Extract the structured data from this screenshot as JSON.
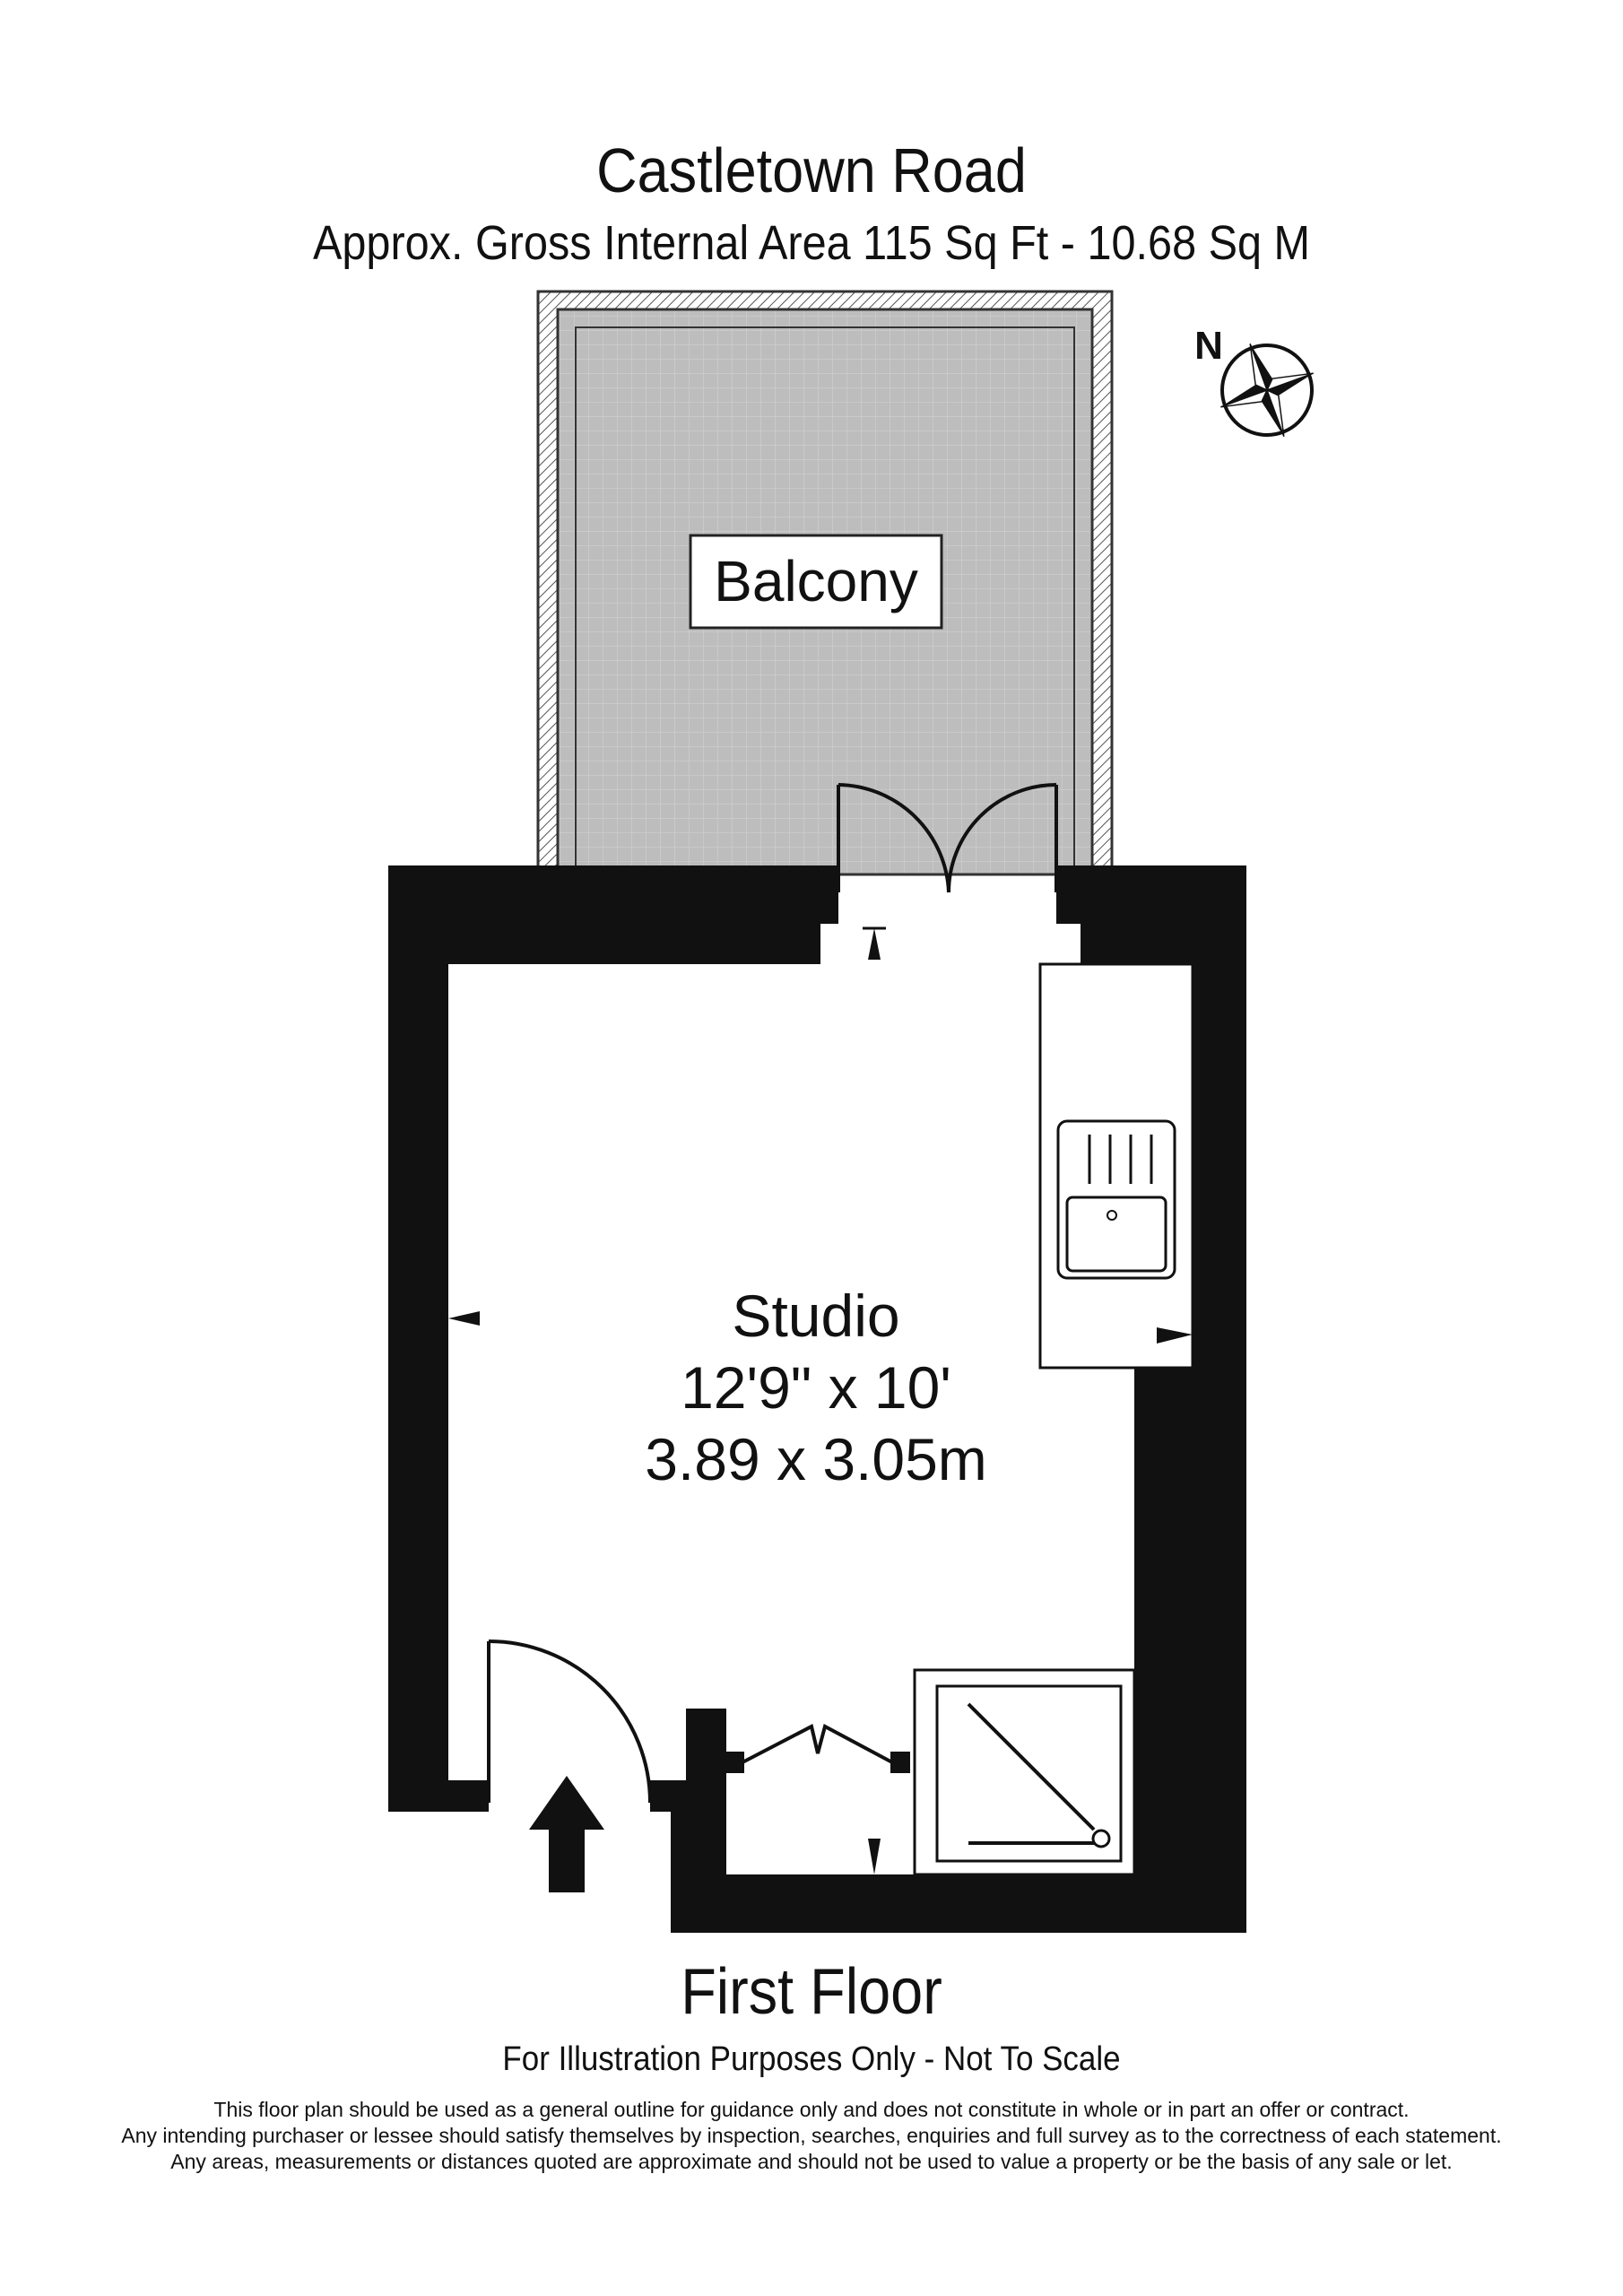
{
  "header": {
    "title": "Castletown Road",
    "area_line": "Approx. Gross Internal Area   115 Sq Ft  -  10.68 Sq M"
  },
  "compass": {
    "label": "N",
    "icon": "north-compass-star"
  },
  "rooms": {
    "balcony": {
      "name": "Balcony"
    },
    "studio": {
      "name": "Studio",
      "dims_imperial": "12'9\" x 10'",
      "dims_metric": "3.89 x 3.05m"
    }
  },
  "floor": {
    "label": "First Floor"
  },
  "notes": {
    "illustration": "For Illustration Purposes Only - Not To Scale",
    "disclaimer": [
      "This floor plan should be used as a general outline for guidance only and does not constitute in whole or in part an offer or contract.",
      "Any intending purchaser or lessee should satisfy themselves by inspection, searches, enquiries and full survey as to the correctness of each statement.",
      "Any areas, measurements or distances quoted are approximate and should not be used to value a property or be the basis of any sale or let."
    ]
  },
  "colors": {
    "wall": "#111111",
    "balcony_fill": "#bdbdbd",
    "balcony_grid": "#cfcfcf",
    "balcony_wall_hatch": "#555555"
  }
}
